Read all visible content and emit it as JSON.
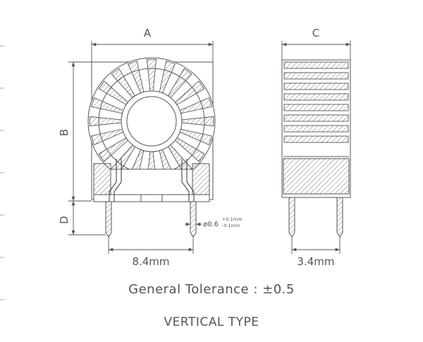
{
  "labels": {
    "dim_a": "A",
    "dim_b": "B",
    "dim_c": "C",
    "dim_d": "D",
    "pin_diameter": "ø0.6",
    "tol_plus": "+0.1mm",
    "tol_minus": "-0.1mm",
    "pin_pitch": "8.4mm",
    "pin_spacing_side": "3.4mm"
  },
  "notes": {
    "tolerance": "General Tolerance : ±0.5",
    "type": "VERTICAL TYPE"
  },
  "colors": {
    "line": "#555555",
    "hatch": "#777777"
  }
}
